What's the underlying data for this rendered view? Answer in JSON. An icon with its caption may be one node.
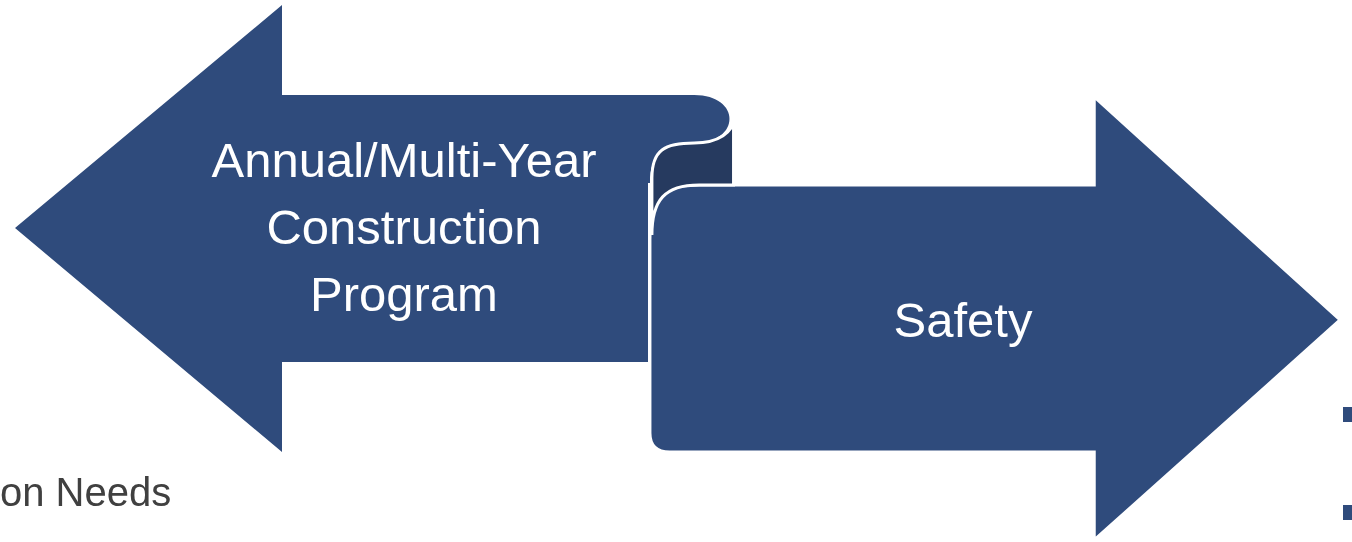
{
  "diagram": {
    "nodes": [
      {
        "text": [
          "Annual/Multi-Year Construction Program"
        ]
      },
      {
        "text": [
          "Safety"
        ]
      }
    ],
    "labels": [
      "on Needs"
    ]
  }
}
